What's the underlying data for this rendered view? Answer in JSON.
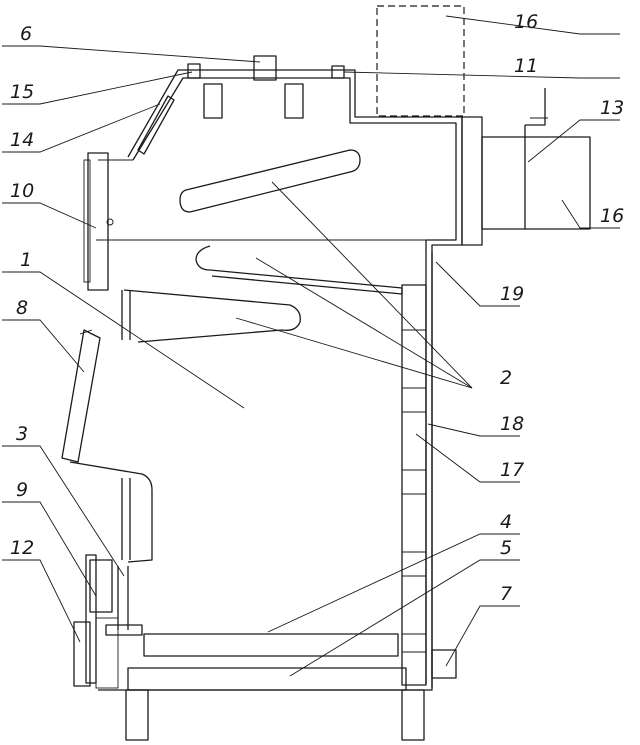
{
  "drawing": {
    "labels": [
      {
        "id": "label-6",
        "text": "6"
      },
      {
        "id": "label-15",
        "text": "15"
      },
      {
        "id": "label-14",
        "text": "14"
      },
      {
        "id": "label-10",
        "text": "10"
      },
      {
        "id": "label-1",
        "text": "1"
      },
      {
        "id": "label-8",
        "text": "8"
      },
      {
        "id": "label-3",
        "text": "3"
      },
      {
        "id": "label-9",
        "text": "9"
      },
      {
        "id": "label-12",
        "text": "12"
      },
      {
        "id": "label-16a",
        "text": "16"
      },
      {
        "id": "label-11",
        "text": "11"
      },
      {
        "id": "label-13",
        "text": "13"
      },
      {
        "id": "label-16b",
        "text": "16"
      },
      {
        "id": "label-19",
        "text": "19"
      },
      {
        "id": "label-2",
        "text": "2"
      },
      {
        "id": "label-18",
        "text": "18"
      },
      {
        "id": "label-17",
        "text": "17"
      },
      {
        "id": "label-4",
        "text": "4"
      },
      {
        "id": "label-5",
        "text": "5"
      },
      {
        "id": "label-7",
        "text": "7"
      }
    ]
  }
}
